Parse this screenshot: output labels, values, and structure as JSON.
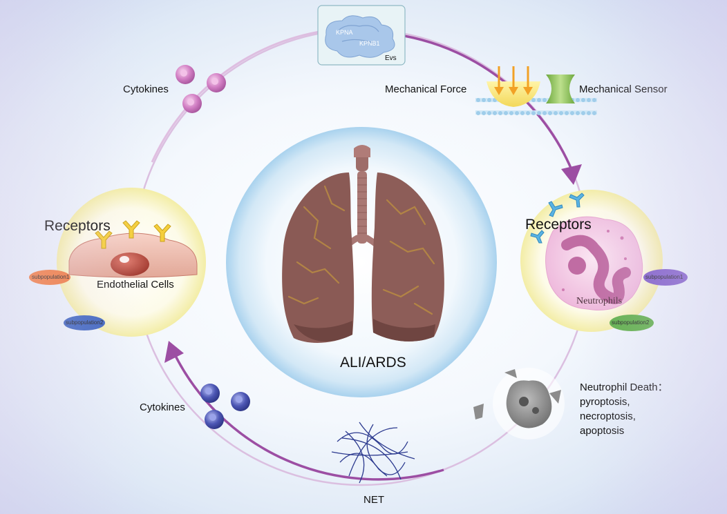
{
  "center": {
    "label": "ALI/ARDS"
  },
  "top_panel": {
    "evs_label": "Evs",
    "protein_a": "KPNA",
    "protein_b": "KPNB1"
  },
  "mechanics": {
    "force_label": "Mechanical Force",
    "sensor_label": "Mechanical Sensor"
  },
  "cytokines_top": {
    "label": "Cytokines"
  },
  "cytokines_bottom": {
    "label": "Cytokines"
  },
  "endothelial": {
    "receptors_label": "Receptors",
    "cell_label": "Endothelial Cells",
    "subpopulation1": "subpopulation1",
    "subpopulation2": "subpopulation2"
  },
  "neutrophil": {
    "receptors_label": "Receptors",
    "cell_label": "Neutrophils",
    "subpopulation1": "subpopulation1",
    "subpopulation2": "subpopulation2"
  },
  "death": {
    "title": "Neutrophil Death：",
    "modes": [
      "pyroptosis,",
      "necroptosis,",
      "apoptosis"
    ]
  },
  "net": {
    "label": "NET"
  },
  "colors": {
    "cycle_arrow": "#9c4ea3",
    "cycle_ring": "#d8b0d6",
    "cytokine_pink": "#d27fc4",
    "cytokine_blue": "#4d57b5",
    "lung": "#8a5a55",
    "sensor_green": "#8cc45a",
    "force_orange": "#f2a125",
    "sub_orange": "#f07a3e",
    "sub_blue": "#3f66c0",
    "sub_purple": "#7f5ec9",
    "sub_green": "#5fb04a"
  }
}
